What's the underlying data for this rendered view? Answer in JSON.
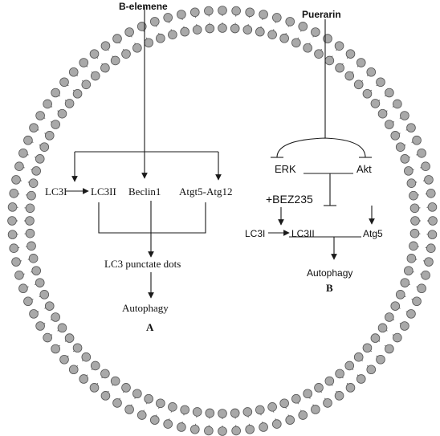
{
  "colors": {
    "membrane_head": "#a9a9a9",
    "membrane_outline": "#555555",
    "line": "#1a1a1a",
    "text": "#111111"
  },
  "membrane": {
    "heads_per_ring": 96
  },
  "panel_a": {
    "input": "B-elemene",
    "lc3_i": "LC3I",
    "lc3_ii": "LC3II",
    "beclin": "Beclin1",
    "atg": "Atgt5-Atg12",
    "dots": "LC3 punctate dots",
    "outcome": "Autophagy",
    "panel_label": "A"
  },
  "panel_b": {
    "input": "Puerarin",
    "erk": "ERK",
    "akt": "Akt",
    "inhibitor": "+BEZ235",
    "lc3_i": "LC3I",
    "lc3_ii": "LC3II",
    "atg5": "Atg5",
    "outcome": "Autophagy",
    "panel_label": "B"
  }
}
